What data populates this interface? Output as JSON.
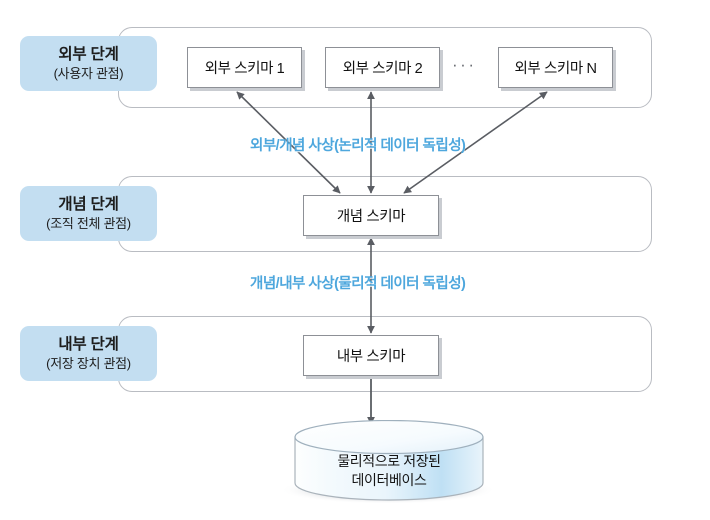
{
  "diagram": {
    "title": "데이터베이스 3단계 구조",
    "accent_blue": "#4ea7dd",
    "chip_bg": "#c3def1"
  },
  "levels": [
    {
      "id": "external",
      "title": "외부 단계",
      "subtitle": "(사용자 관점)"
    },
    {
      "id": "conceptual",
      "title": "개념 단계",
      "subtitle": "(조직 전체 관점)"
    },
    {
      "id": "internal",
      "title": "내부 단계",
      "subtitle": "(저장 장치 관점)"
    }
  ],
  "external_schemas": [
    {
      "label": "외부 스키마 1"
    },
    {
      "label": "외부 스키마 2"
    },
    {
      "label": "외부 스키마 N"
    }
  ],
  "ellipsis": "···",
  "conceptual_schema": {
    "label": "개념 스키마"
  },
  "internal_schema": {
    "label": "내부 스키마"
  },
  "mappings": [
    {
      "id": "external-conceptual",
      "label": "외부/개념 사상(논리적 데이터 독립성)"
    },
    {
      "id": "conceptual-internal",
      "label": "개념/내부 사상(물리적 데이터 독립성)"
    }
  ],
  "database": {
    "line1": "물리적으로 저장된",
    "line2": "데이터베이스"
  }
}
